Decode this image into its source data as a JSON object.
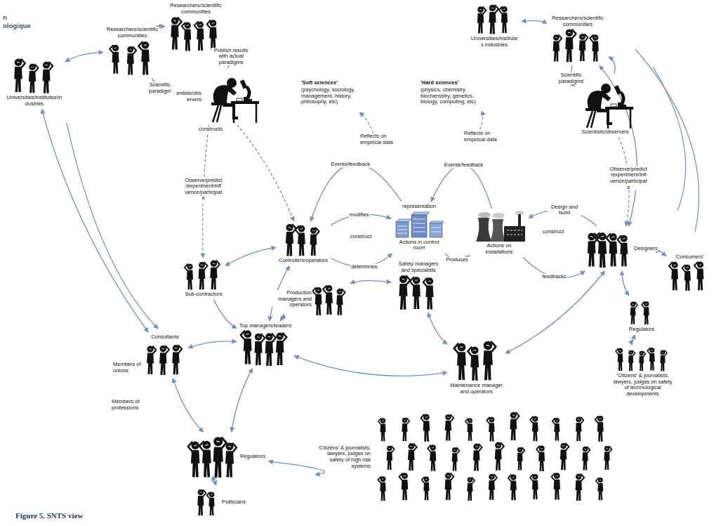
{
  "diagram": {
    "caption": "Figure 5. SNTS view",
    "nodes": [
      {
        "text": [
          "Researchers/scientific communities"
        ]
      },
      {
        "text": [
          "Researchers/scientific communities"
        ]
      },
      {
        "text": [
          "Universities/institutes/industries"
        ]
      },
      {
        "text": [
          "Scientists/observers"
        ]
      },
      {
        "text": [
          "Universities/institutes industries"
        ]
      },
      {
        "text": [
          "Researchers/scientific communities"
        ]
      },
      {
        "text": [
          "Scientists/observers"
        ]
      },
      {
        "text": [
          "representation",
          "Actions in control room"
        ]
      },
      {
        "text": [
          "Actions on installations"
        ]
      },
      {
        "text": [
          "Controllers/operators"
        ]
      },
      {
        "text": [
          "Sub-contractors"
        ]
      },
      {
        "text": [
          "Safety managers and specialists"
        ]
      },
      {
        "text": [
          "Production managers and operators"
        ]
      },
      {
        "text": [
          "Top managers/leaders"
        ]
      },
      {
        "text": [
          "Designers"
        ]
      },
      {
        "text": [
          "'Consumers'"
        ]
      },
      {
        "text": [
          "Consultants"
        ]
      },
      {
        "text": [
          "Maintenance manager and operators"
        ]
      },
      {
        "text": [
          "Regulators"
        ]
      },
      {
        "text": [
          "'Citizens' & journalists, lawyers, judges on safety of technological developments"
        ]
      },
      {
        "text": [
          "Regulators"
        ]
      },
      {
        "text": [
          "Politicians"
        ]
      },
      {
        "text": [
          "'Citizens' & journalists, lawyers, judges on safety of high risk systems"
        ]
      }
    ],
    "edges": [
      {
        "from": 1,
        "to": 2,
        "arrow": "both"
      },
      {
        "from": 0,
        "to": 1,
        "arrow": "both"
      },
      {
        "from": 1,
        "to": 3,
        "arrow": "to",
        "label": "Scientific 'paradigm'"
      },
      {
        "from": 3,
        "to": 0,
        "arrow": "to",
        "label": "Publish results with actual paradigms"
      },
      {
        "from": 4,
        "to": 5,
        "arrow": "both"
      },
      {
        "from": 5,
        "to": 6,
        "arrow": "to",
        "label": "Scientific 'paradigms'"
      },
      {
        "from": 6,
        "to": 5,
        "arrow": "to"
      },
      {
        "from": 8,
        "to": 7,
        "arrow": "to",
        "label": "Events/feedback"
      },
      {
        "from": 7,
        "to": 9,
        "arrow": "to",
        "label": "Events/feedback"
      },
      {
        "from": 9,
        "to": 7,
        "arrow": "to",
        "label": "modifies"
      },
      {
        "from": 9,
        "to": 7,
        "arrow": "to",
        "label": "determines"
      },
      {
        "from": 7,
        "to": 8,
        "arrow": "to",
        "label": "Produces"
      },
      {
        "from": 14,
        "to": 8,
        "arrow": "to",
        "label": "Design and build"
      },
      {
        "from": 8,
        "to": 14,
        "arrow": "to",
        "label": "feedbacks"
      },
      {
        "from": 6,
        "to": 14,
        "arrow": "to",
        "label": "Observe/predict/experiment/influence/participate"
      },
      {
        "from": 3,
        "to": 10,
        "arrow": "to",
        "label": "Observe/predict/experiment/influence/participate"
      },
      {
        "from": 3,
        "to": 9,
        "arrow": "to"
      },
      {
        "from": 9,
        "to": 10,
        "arrow": "both"
      },
      {
        "from": 9,
        "to": 13,
        "arrow": "both"
      },
      {
        "from": 10,
        "to": 13,
        "arrow": "to"
      },
      {
        "from": 12,
        "to": 13,
        "arrow": "both"
      },
      {
        "from": 12,
        "to": 11,
        "arrow": "both"
      },
      {
        "from": 11,
        "to": 17,
        "arrow": "both"
      },
      {
        "from": 13,
        "to": 17,
        "arrow": "both"
      },
      {
        "from": 13,
        "to": 16,
        "arrow": "both"
      },
      {
        "from": 16,
        "to": 20,
        "arrow": "both"
      },
      {
        "from": 13,
        "to": 20,
        "arrow": "both"
      },
      {
        "from": 20,
        "to": 22,
        "arrow": "both"
      },
      {
        "from": 20,
        "to": 21,
        "arrow": "both"
      },
      {
        "from": 14,
        "to": 15,
        "arrow": "both"
      },
      {
        "from": 14,
        "to": 18,
        "arrow": "both"
      },
      {
        "from": 18,
        "to": 19,
        "arrow": "both"
      },
      {
        "from": 17,
        "to": 14,
        "arrow": "both"
      },
      {
        "from": 2,
        "to": 16,
        "arrow": "both"
      },
      {
        "from": 5,
        "to": 14,
        "arrow": "both"
      }
    ],
    "labels": [
      "n",
      "ologique",
      "'Soft sciences'",
      "(psychology, sociology, management, history, philosophy, etc)",
      "'Hard sciences'",
      "(physics, chemistry, biochemistry, genetics, biology, computing, etc)",
      "Reflects on empirical data",
      "Reflects on empirical data",
      "constructs",
      "construct",
      "construct",
      "Members of unions",
      "Members of professions"
    ]
  }
}
